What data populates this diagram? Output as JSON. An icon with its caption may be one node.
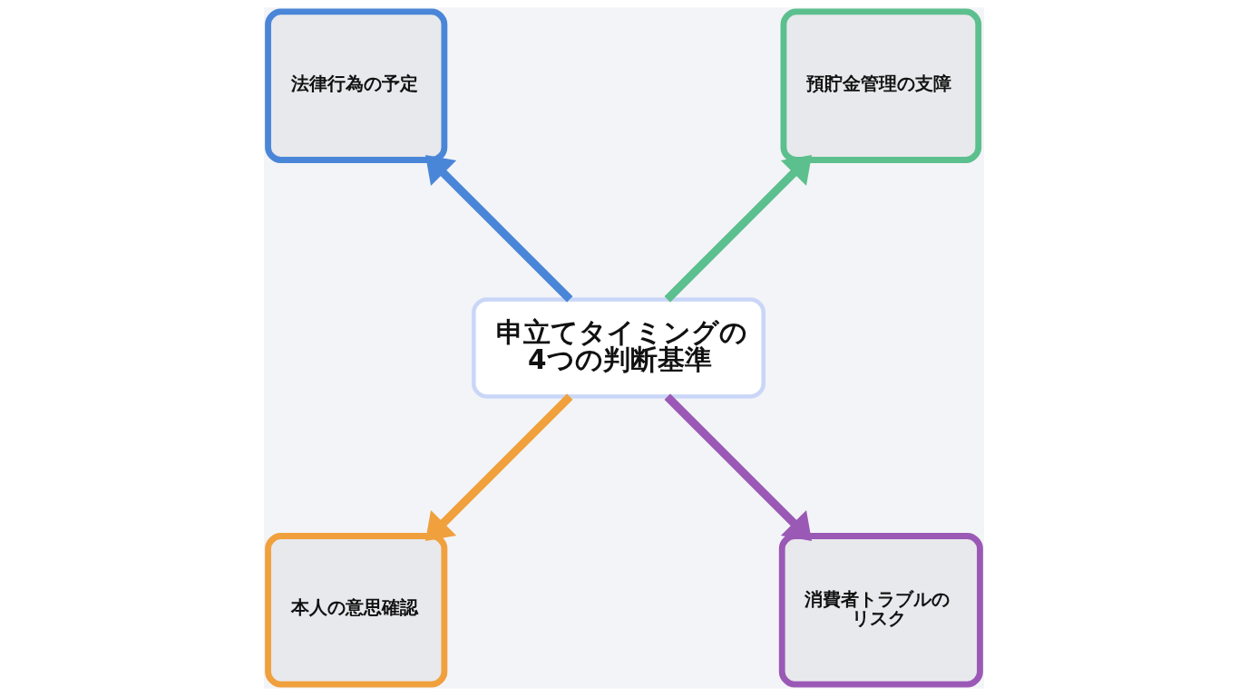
{
  "diagram": {
    "nodes": [
      {
        "text": [
          "申立てタイミングの4つの判断基準"
        ]
      },
      {
        "text": [
          "法律行為の予定"
        ]
      },
      {
        "text": [
          "預貯金管理の支障"
        ]
      },
      {
        "text": [
          "本人の意思確認"
        ]
      },
      {
        "text": [
          "消費者トラブルのリスク"
        ]
      }
    ],
    "edges": [
      {
        "from": 0,
        "to": 1,
        "arrow": "to",
        "color": "#4a86d8"
      },
      {
        "from": 0,
        "to": 2,
        "arrow": "to",
        "color": "#5cbf8e"
      },
      {
        "from": 0,
        "to": 3,
        "arrow": "to",
        "color": "#f0a03c"
      },
      {
        "from": 0,
        "to": 4,
        "arrow": "to",
        "color": "#9b59b6"
      }
    ]
  }
}
